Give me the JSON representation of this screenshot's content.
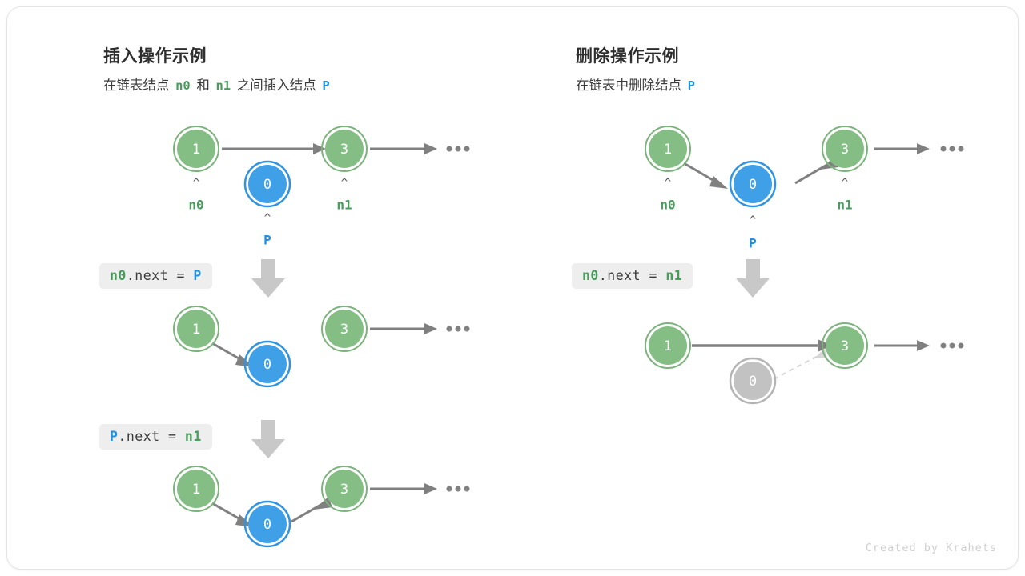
{
  "colors": {
    "green_fill": "#84be84",
    "green_ring": "#7cb37c",
    "blue_fill": "#3fa0e8",
    "blue_ring": "#2f93e0",
    "gray_fill": "#c2c2c2",
    "gray_ring": "#b4b4b4",
    "arrow": "#808080",
    "dashed": "#d6d6d6",
    "label_green": "#4a9c5d",
    "label_blue": "#1f8fe0",
    "code_bg": "#eeeeee",
    "down_arrow": "#c8c8c8",
    "card_border": "#e4e4e4"
  },
  "panels": [
    {
      "id": "insert",
      "title": "插入操作示例",
      "subtitle_parts": [
        {
          "text": "在链表结点",
          "kind": "plain"
        },
        {
          "text": "n0",
          "kind": "green"
        },
        {
          "text": "和",
          "kind": "plain"
        },
        {
          "text": "n1",
          "kind": "green"
        },
        {
          "text": "之间插入结点",
          "kind": "plain"
        },
        {
          "text": "P",
          "kind": "blue"
        }
      ],
      "steps": [
        {
          "code_parts": [
            {
              "text": "n0",
              "kind": "green"
            },
            {
              "text": ".next = ",
              "kind": "plain"
            },
            {
              "text": "P",
              "kind": "blue"
            }
          ]
        },
        {
          "code_parts": [
            {
              "text": "P",
              "kind": "blue"
            },
            {
              "text": ".next = ",
              "kind": "plain"
            },
            {
              "text": "n1",
              "kind": "green"
            }
          ]
        }
      ],
      "rows": [
        {
          "nodes": [
            {
              "value": "1",
              "color": "green",
              "pointer": "n0",
              "pointer_color": "green"
            },
            {
              "value": "0",
              "color": "blue",
              "pointer": "P",
              "pointer_color": "blue"
            },
            {
              "value": "3",
              "color": "green",
              "pointer": "n1",
              "pointer_color": "green"
            }
          ],
          "ellipsis": true
        },
        {
          "nodes": [
            {
              "value": "1",
              "color": "green"
            },
            {
              "value": "0",
              "color": "blue"
            },
            {
              "value": "3",
              "color": "green"
            }
          ],
          "ellipsis": true
        },
        {
          "nodes": [
            {
              "value": "1",
              "color": "green"
            },
            {
              "value": "0",
              "color": "blue"
            },
            {
              "value": "3",
              "color": "green"
            }
          ],
          "ellipsis": true
        }
      ]
    },
    {
      "id": "delete",
      "title": "删除操作示例",
      "subtitle_parts": [
        {
          "text": "在链表中删除结点",
          "kind": "plain"
        },
        {
          "text": "P",
          "kind": "blue"
        }
      ],
      "steps": [
        {
          "code_parts": [
            {
              "text": "n0",
              "kind": "green"
            },
            {
              "text": ".next = ",
              "kind": "plain"
            },
            {
              "text": "n1",
              "kind": "green"
            }
          ]
        }
      ],
      "rows": [
        {
          "nodes": [
            {
              "value": "1",
              "color": "green",
              "pointer": "n0",
              "pointer_color": "green"
            },
            {
              "value": "0",
              "color": "blue",
              "pointer": "P",
              "pointer_color": "blue"
            },
            {
              "value": "3",
              "color": "green",
              "pointer": "n1",
              "pointer_color": "green"
            }
          ],
          "ellipsis": true
        },
        {
          "nodes": [
            {
              "value": "1",
              "color": "green"
            },
            {
              "value": "0",
              "color": "gray"
            },
            {
              "value": "3",
              "color": "green"
            }
          ],
          "ellipsis": true
        }
      ]
    }
  ],
  "credit": "Created by Krahets"
}
